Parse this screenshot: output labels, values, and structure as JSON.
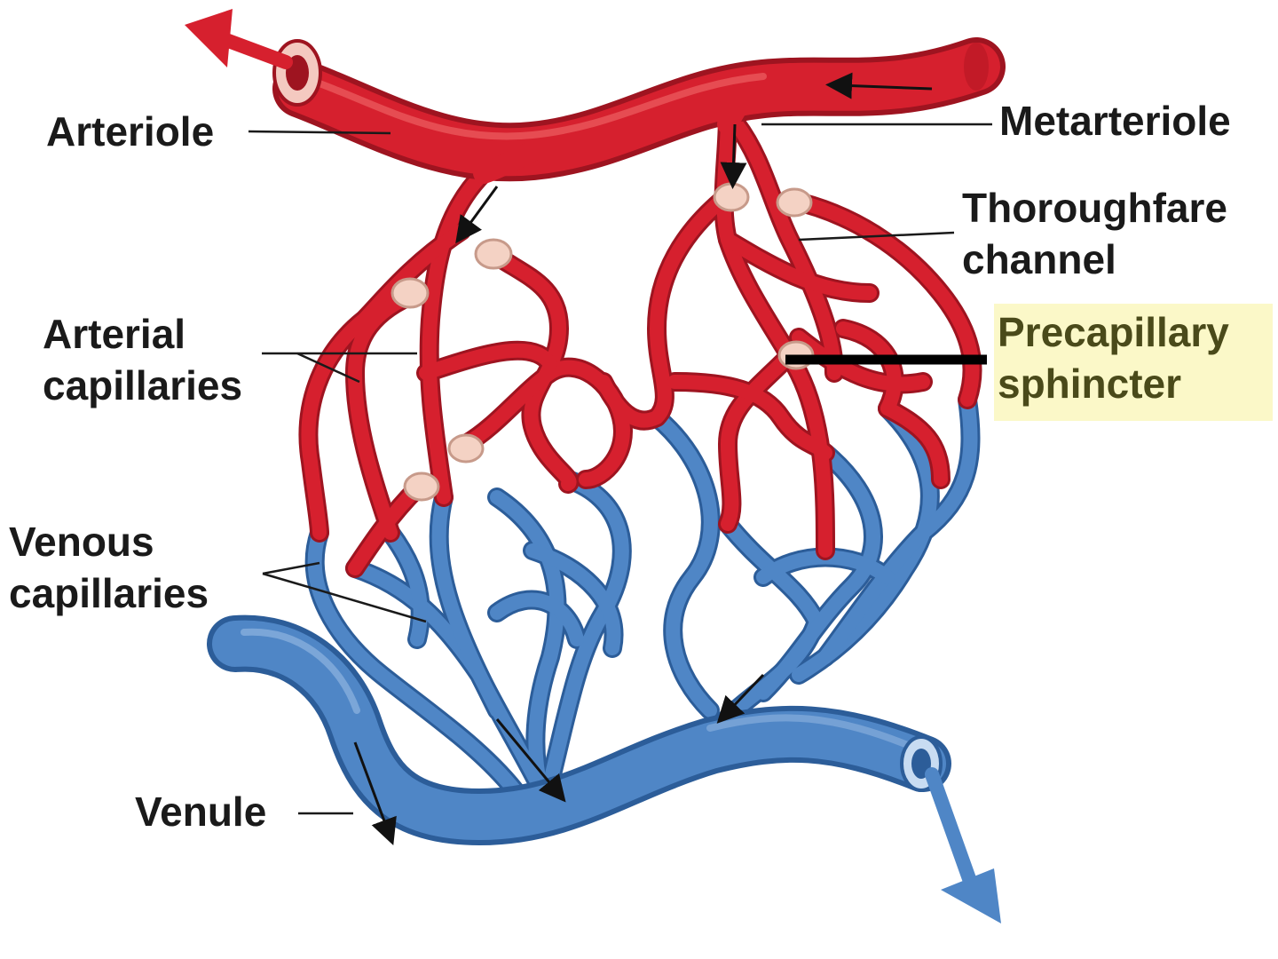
{
  "labels": {
    "arteriole": "Arteriole",
    "metarteriole": "Metarteriole",
    "thoroughfare_1": "Thoroughfare",
    "thoroughfare_2": "channel",
    "precapillary_1": "Precapillary",
    "precapillary_2": "sphincter",
    "arterial_1": "Arterial",
    "arterial_2": "capillaries",
    "venous_1": "Venous",
    "venous_2": "capillaries",
    "venule": "Venule"
  },
  "colors": {
    "artery": "#d6202e",
    "artery_dark": "#9e1420",
    "vein": "#4f86c6",
    "vein_dark": "#2c5d99",
    "sphincter": "#f4d2c4",
    "highlight": "#fbf8c8"
  }
}
